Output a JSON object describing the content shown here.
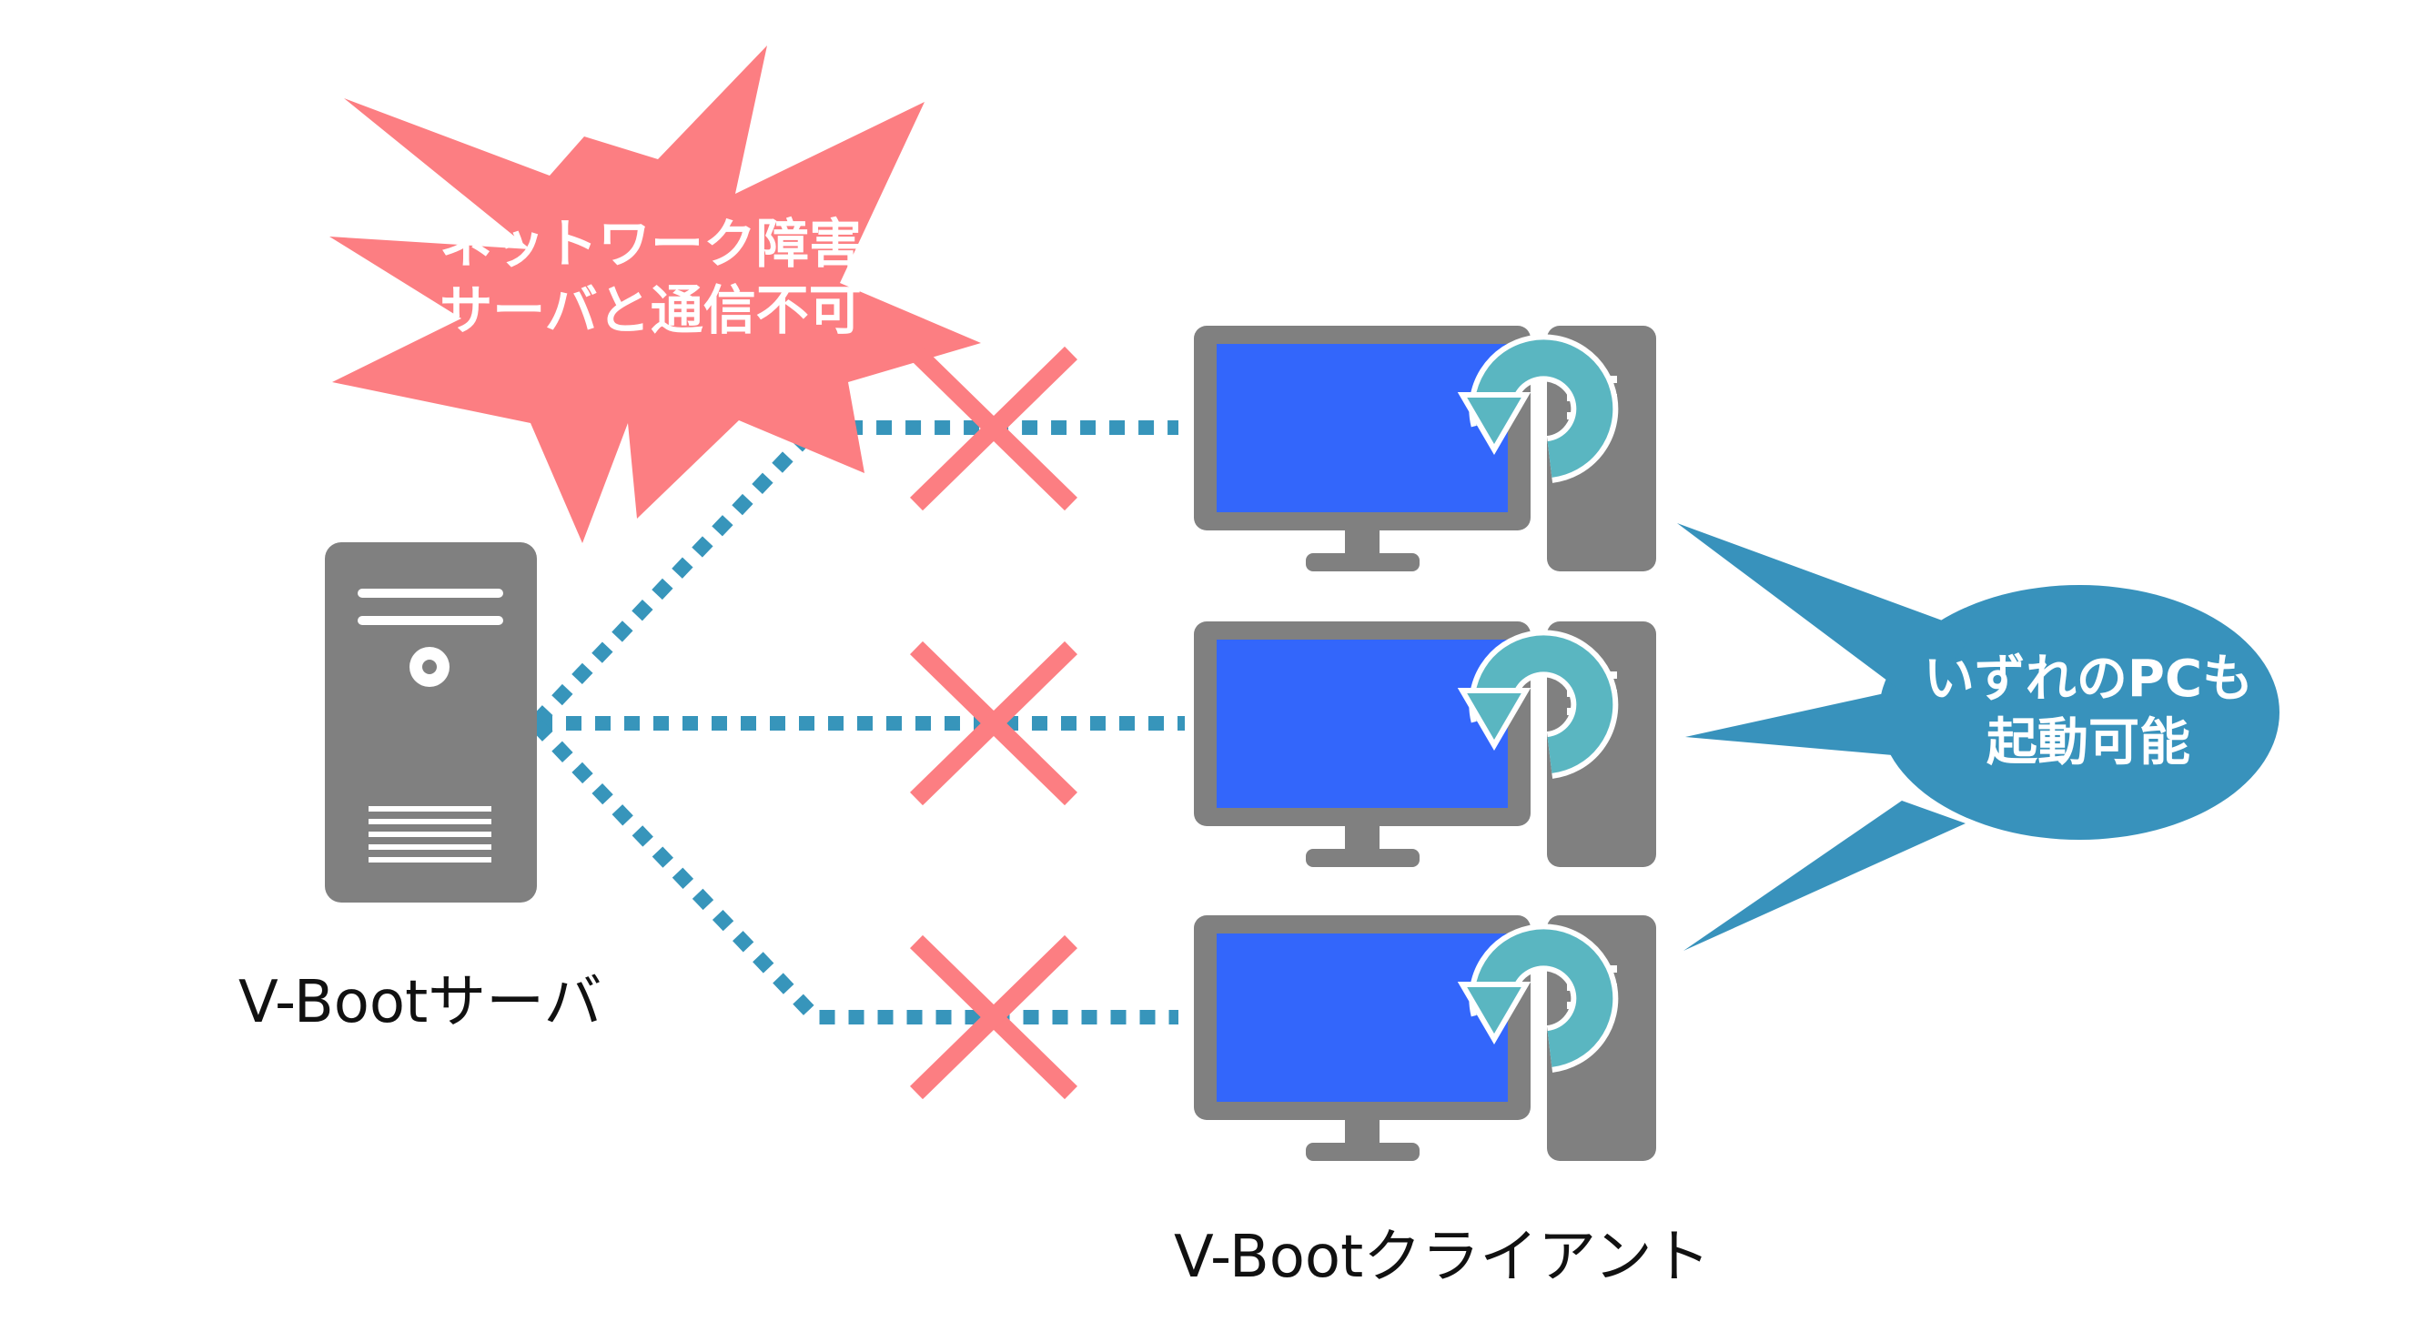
{
  "alert": {
    "line1": "ネットワーク障害",
    "line2": "サーバと通信不可"
  },
  "callout": {
    "line1": "いずれのPCも",
    "line2": "起動可能"
  },
  "server": {
    "caption": "V-Bootサーバ"
  },
  "clients": {
    "caption": "V-Bootクライアント"
  },
  "colors": {
    "alert_burst": "#fc7e82",
    "cross": "#fc7e82",
    "link": "#3795bb",
    "device_gray": "#808080",
    "screen_blue": "#3366fb",
    "boot_arrow": "#5ab6c1",
    "callout": "#3892bc"
  },
  "icons": [
    "server-icon",
    "pc-icon",
    "boot-arrow-icon",
    "cross-icon",
    "alert-burst",
    "speech-bubble"
  ]
}
